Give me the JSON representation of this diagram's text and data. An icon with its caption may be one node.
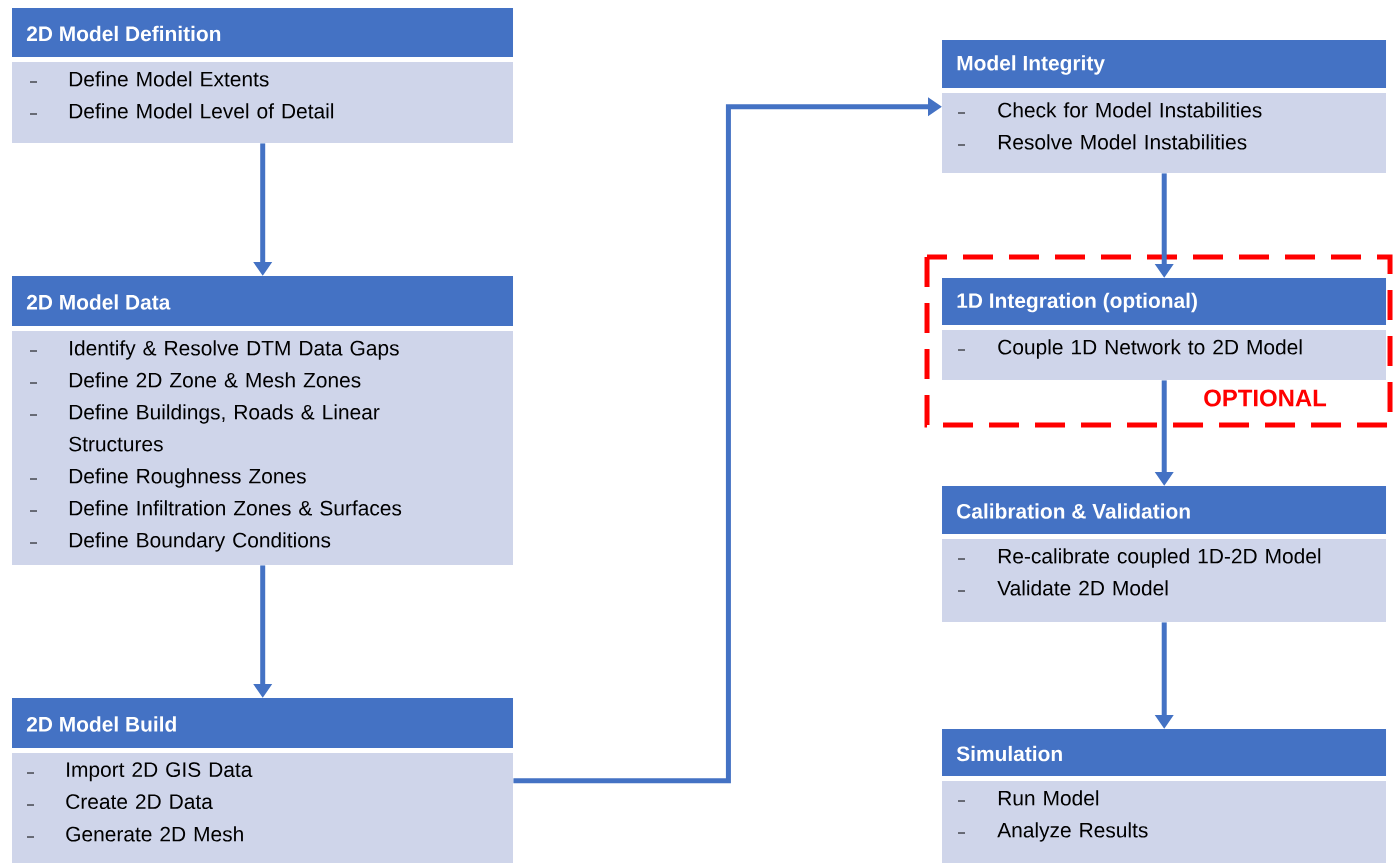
{
  "diagram": {
    "nodes": [
      {
        "text": [
          "2D Model Definition",
          "Define Model Extents",
          "Define Model Level of Detail"
        ]
      },
      {
        "text": [
          "2D Model Data",
          "Identify & Resolve DTM Data Gaps",
          "Define 2D Zone & Mesh Zones",
          "Define Buildings, Roads & Linear Structures",
          "Define Roughness Zones",
          "Define Infiltration Zones & Surfaces",
          "Define Boundary Conditions"
        ]
      },
      {
        "text": [
          "2D Model Build",
          "Import 2D GIS Data",
          "Create 2D Data",
          "Generate 2D Mesh"
        ]
      },
      {
        "text": [
          "Model Integrity",
          "Check for Model Instabilities",
          "Resolve Model Instabilities"
        ]
      },
      {
        "text": [
          "OPTIONAL"
        ]
      },
      {
        "text": [
          "1D Integration (optional)",
          "Couple 1D Network to 2D Model"
        ],
        "in": 4
      },
      {
        "text": [
          "Calibration & Validation",
          "Re-calibrate coupled 1D-2D Model",
          "Validate 2D Model"
        ]
      },
      {
        "text": [
          "Simulation",
          "Run Model",
          "Analyze Results"
        ]
      }
    ],
    "edges": [
      {
        "from": 0,
        "to": 1,
        "arrow": "to"
      },
      {
        "from": 1,
        "to": 2,
        "arrow": "to"
      },
      {
        "from": 2,
        "to": 3,
        "arrow": "to"
      },
      {
        "from": 3,
        "to": 5,
        "arrow": "to"
      },
      {
        "from": 5,
        "to": 6,
        "arrow": "to"
      },
      {
        "from": 6,
        "to": 7,
        "arrow": "to"
      }
    ]
  }
}
